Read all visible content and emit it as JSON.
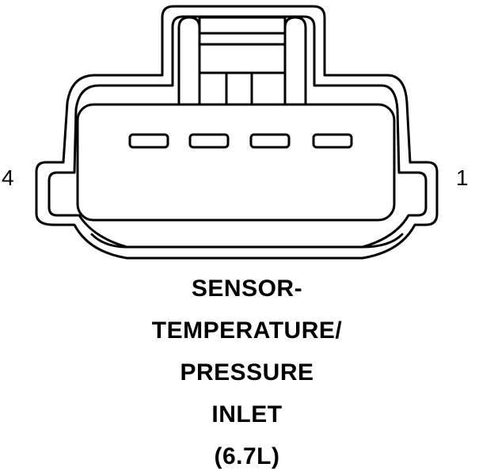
{
  "pin_labels": {
    "left": "4",
    "right": "1"
  },
  "caption": {
    "line1": "SENSOR-",
    "line2": "TEMPERATURE/",
    "line3": "PRESSURE",
    "line4": "INLET",
    "line5": "(6.7L)"
  },
  "colors": {
    "stroke": "#000000",
    "background": "#ffffff"
  }
}
